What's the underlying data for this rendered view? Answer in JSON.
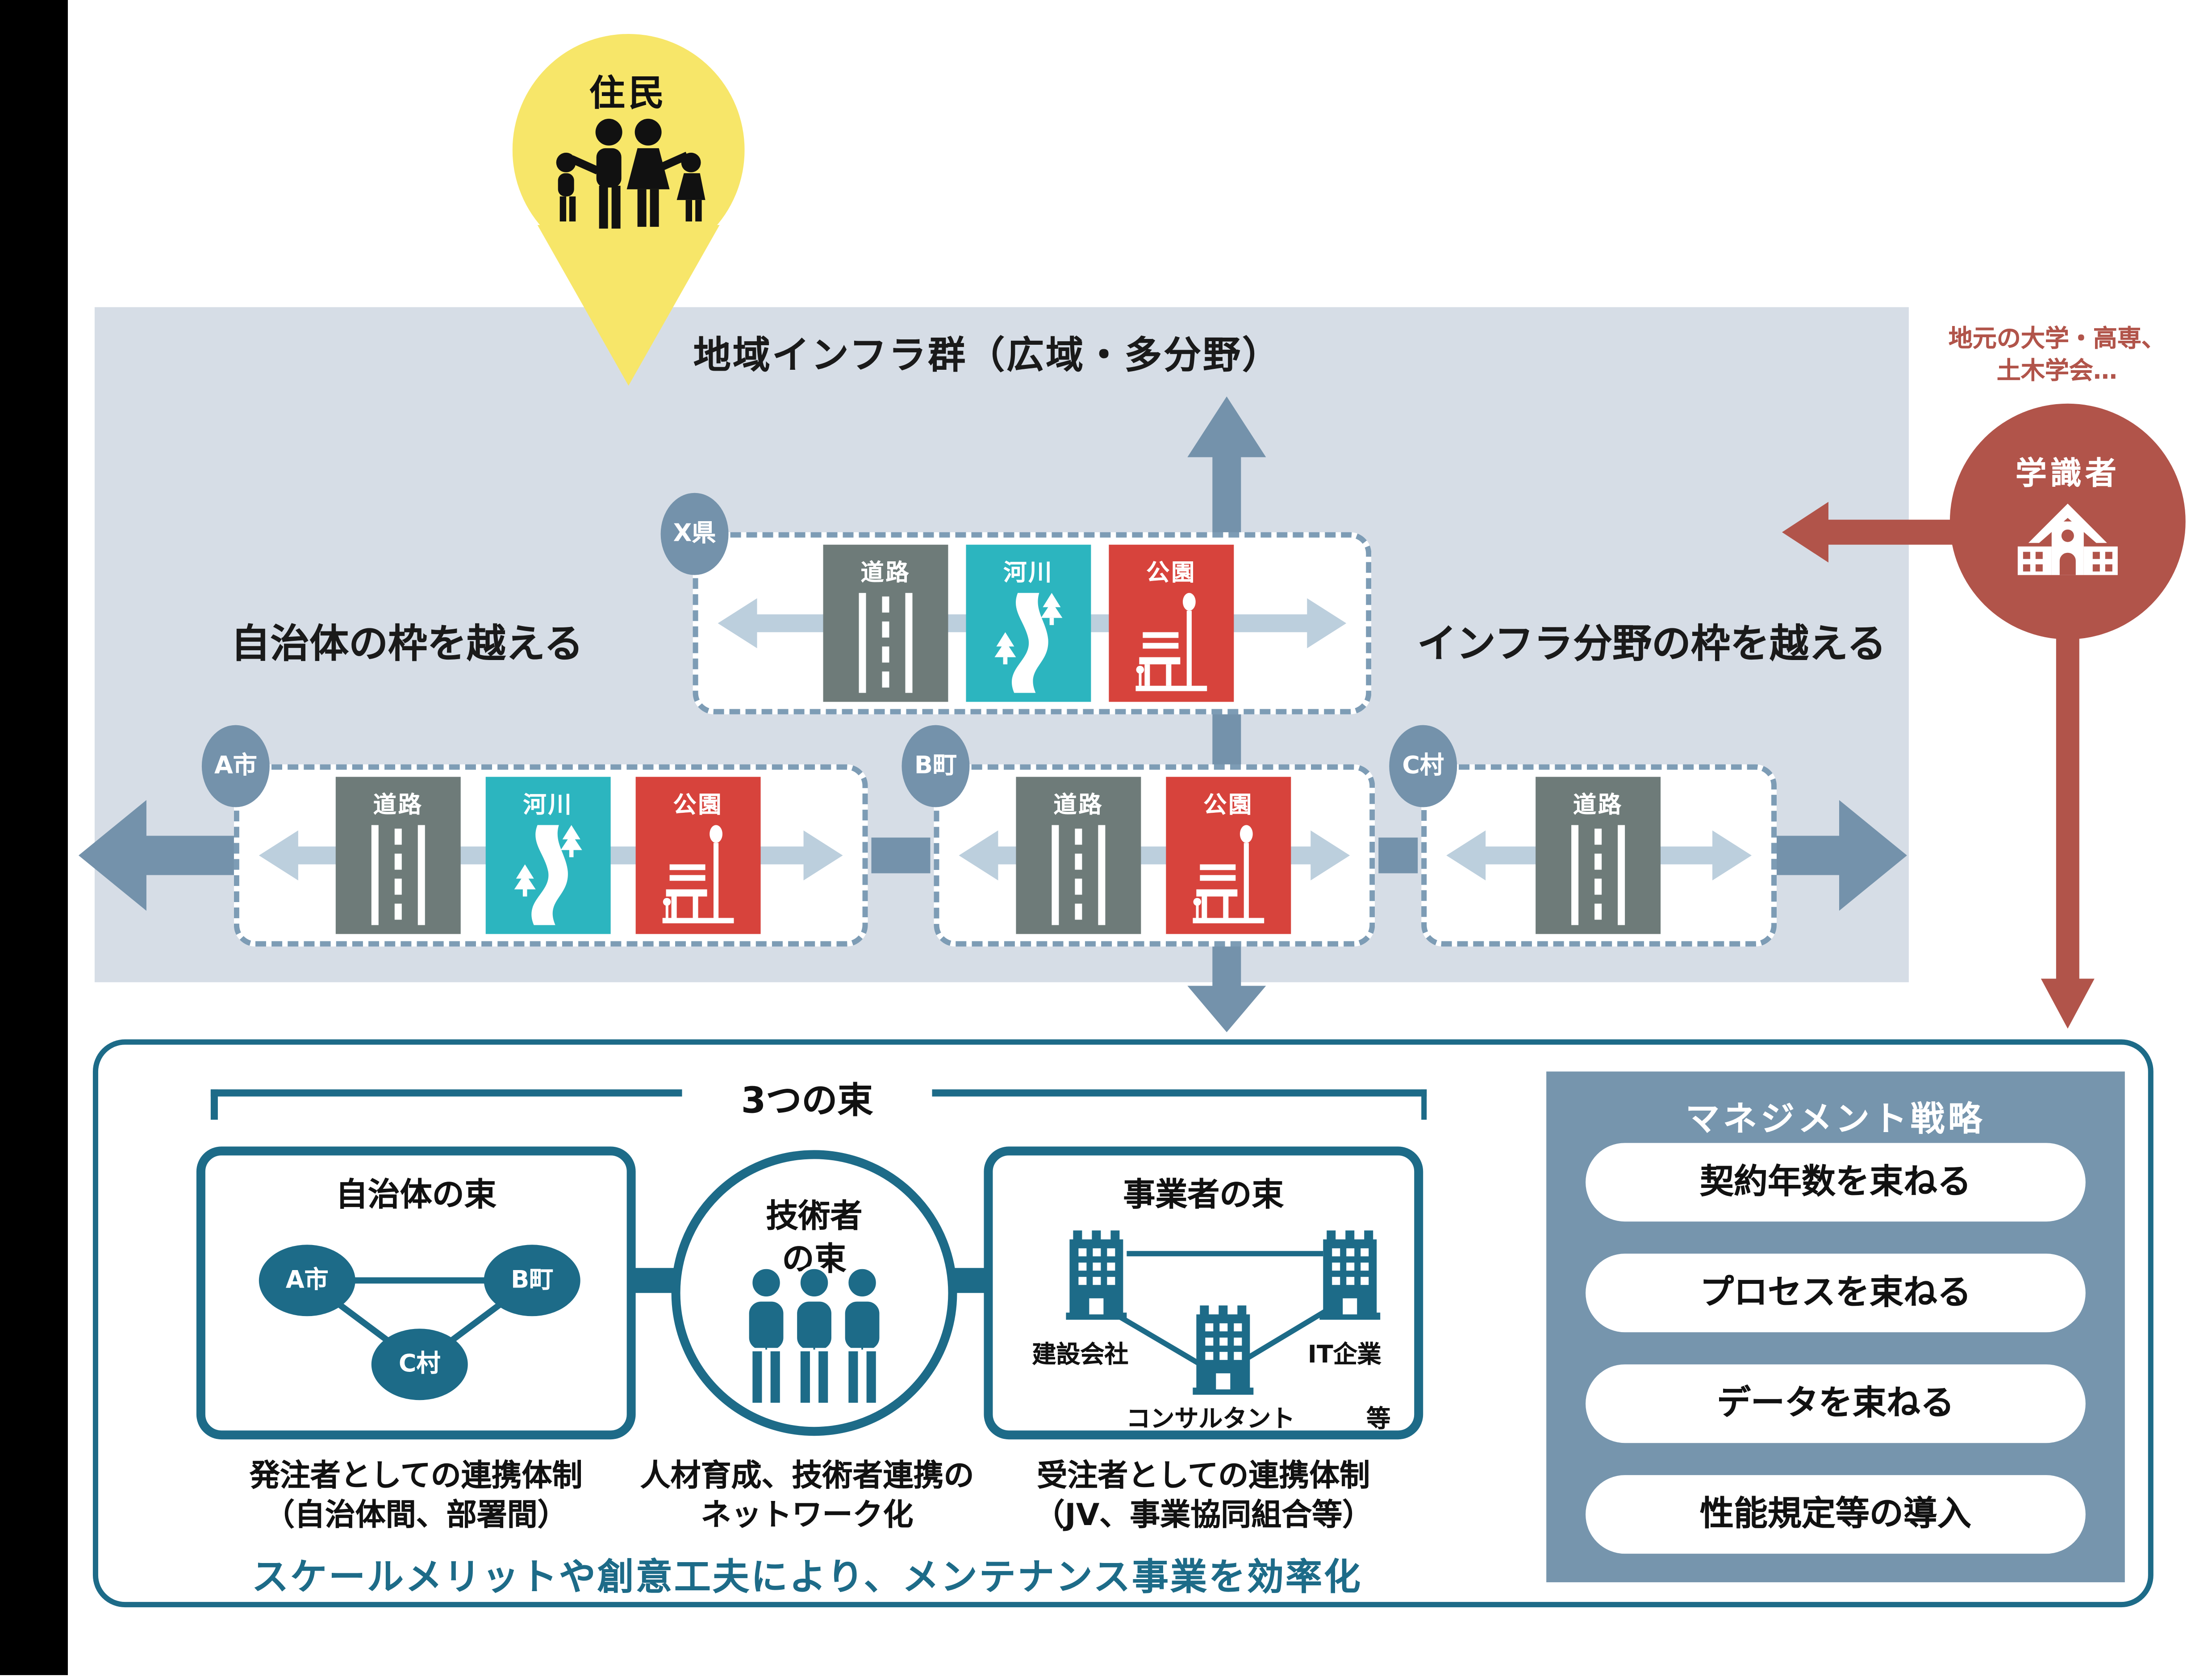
{
  "pin": {
    "label": "住民"
  },
  "region": {
    "title": "地域インフラ群（広域・多分野）",
    "left_note": "自治体の枠を越える",
    "right_note": "インフラ分野の枠を越える",
    "groups": [
      {
        "name": "X県",
        "tiles": [
          {
            "label": "道路"
          },
          {
            "label": "河川"
          },
          {
            "label": "公園"
          }
        ]
      },
      {
        "name": "A市",
        "tiles": [
          {
            "label": "道路"
          },
          {
            "label": "河川"
          },
          {
            "label": "公園"
          }
        ]
      },
      {
        "name": "B町",
        "tiles": [
          {
            "label": "道路"
          },
          {
            "label": "公園"
          }
        ]
      },
      {
        "name": "C村",
        "tiles": [
          {
            "label": "道路"
          }
        ]
      }
    ]
  },
  "academic": {
    "note_line1": "地元の大学・高専、",
    "note_line2": "土木学会…",
    "label": "学識者"
  },
  "bundles": {
    "bracket_label": "3つの束",
    "municipality": {
      "title": "自治体の束",
      "nodes": [
        "A市",
        "B町",
        "C村"
      ],
      "caption_line1": "発注者としての連携体制",
      "caption_line2": "（自治体間、部署間）"
    },
    "engineers": {
      "title_line1": "技術者",
      "title_line2": "の束",
      "caption_line1": "人材育成、技術者連携の",
      "caption_line2": "ネットワーク化"
    },
    "operators": {
      "title": "事業者の束",
      "node_left": "建設会社",
      "node_right": "IT企業",
      "node_center": "コンサルタント",
      "etc": "等",
      "caption_line1": "受注者としての連携体制",
      "caption_line2": "（JV、事業協同組合等）"
    }
  },
  "management": {
    "title": "マネジメント戦略",
    "items": [
      "契約年数を束ねる",
      "プロセスを束ねる",
      "データを束ねる",
      "性能規定等の導入"
    ]
  },
  "bottom_note": "スケールメリットや創意工夫により、メンテナンス事業を効率化",
  "colors": {
    "panel_bg": "#d6dde6",
    "arrow_blue": "#7492ab",
    "arrow_light": "#bccfdd",
    "dash_border": "#7d9cb5",
    "tile_road": "#6e7b79",
    "tile_river": "#2cb5bf",
    "tile_park": "#d7433c",
    "bundle_teal": "#1d6b88",
    "mgmt_bg": "#7695ad",
    "academic_brown": "#b1544a",
    "pin_yellow": "#f7e669"
  }
}
